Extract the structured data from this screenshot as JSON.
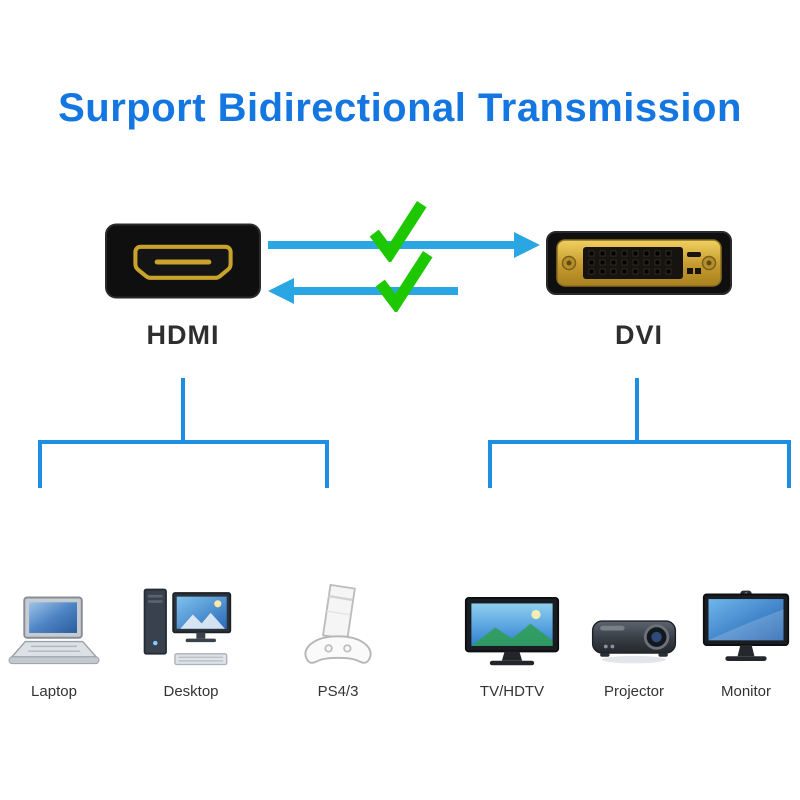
{
  "title": "Surport Bidirectional Transmission",
  "colors": {
    "title_blue": "#1476e0",
    "arrow_blue": "#2aa7e3",
    "line_blue": "#1e8ee4",
    "check_green": "#1dc800",
    "gold": "#c9a22b",
    "gold_light": "#f0d060",
    "connector_black": "#0f0f0f",
    "label_dark": "#2e2e2e"
  },
  "connectors": {
    "hdmi": {
      "label": "HDMI"
    },
    "dvi": {
      "label": "DVI"
    }
  },
  "devices": {
    "hdmi": [
      {
        "id": "laptop",
        "label": "Laptop"
      },
      {
        "id": "desktop",
        "label": "Desktop"
      },
      {
        "id": "ps4",
        "label": "PS4/3"
      }
    ],
    "dvi": [
      {
        "id": "tv",
        "label": "TV/HDTV"
      },
      {
        "id": "projector",
        "label": "Projector"
      },
      {
        "id": "monitor",
        "label": "Monitor"
      }
    ]
  }
}
